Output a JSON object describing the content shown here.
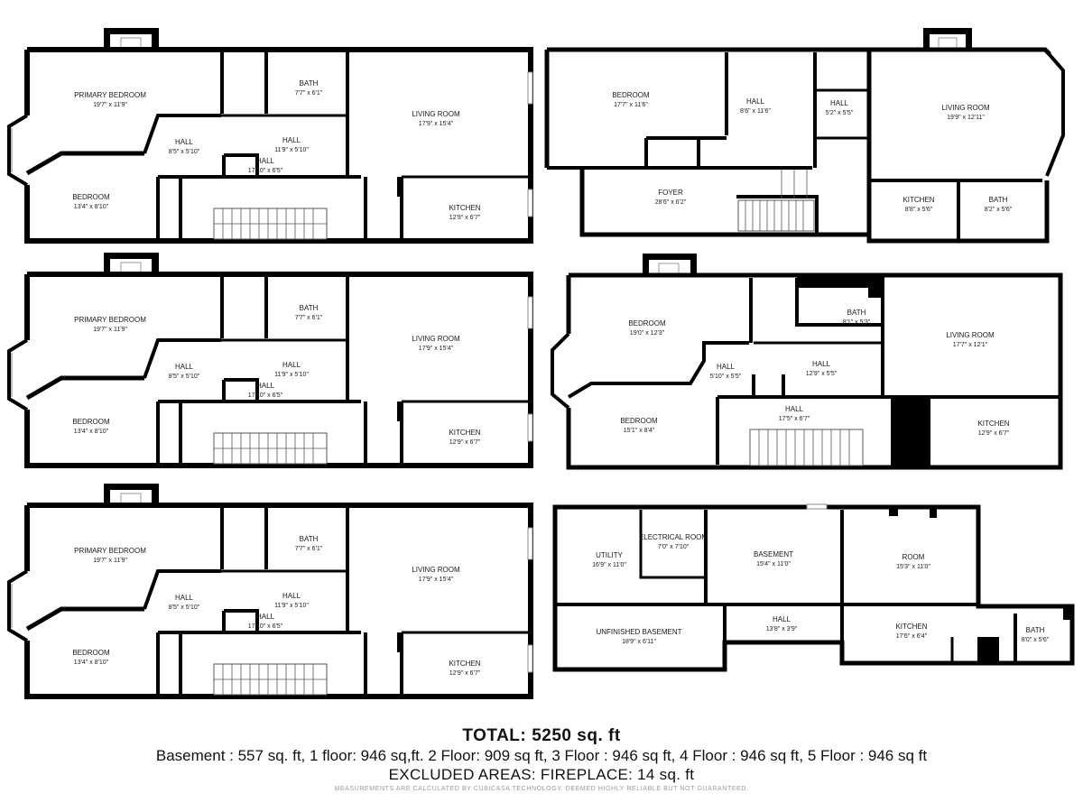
{
  "floors": [
    {
      "name": "floor-top-left",
      "rooms": [
        {
          "name": "PRIMARY BEDROOM",
          "dim": "19'7\" x 11'9\""
        },
        {
          "name": "BEDROOM",
          "dim": "13'4\" x 8'10\""
        },
        {
          "name": "HALL",
          "dim": "8'5\" x 5'10\""
        },
        {
          "name": "BATH",
          "dim": "7'7\" x 6'1\""
        },
        {
          "name": "HALL",
          "dim": "11'9\" x 5'10\""
        },
        {
          "name": "HALL",
          "dim": "17'10\" x 6'5\""
        },
        {
          "name": "LIVING ROOM",
          "dim": "17'9\" x 15'4\""
        },
        {
          "name": "KITCHEN",
          "dim": "12'9\" x 6'7\""
        }
      ]
    },
    {
      "name": "floor-top-right",
      "rooms": [
        {
          "name": "BEDROOM",
          "dim": "17'7\" x 11'6\""
        },
        {
          "name": "HALL",
          "dim": "8'6\" x 11'6\""
        },
        {
          "name": "HALL",
          "dim": "5'2\" x 5'5\""
        },
        {
          "name": "LIVING ROOM",
          "dim": "19'9\" x 12'11\""
        },
        {
          "name": "FOYER",
          "dim": "28'6\" x 6'2\""
        },
        {
          "name": "KITCHEN",
          "dim": "8'8\" x 5'6\""
        },
        {
          "name": "BATH",
          "dim": "8'2\" x 5'6\""
        }
      ]
    },
    {
      "name": "floor-middle-left",
      "rooms": [
        {
          "name": "PRIMARY BEDROOM",
          "dim": "19'7\" x 11'9\""
        },
        {
          "name": "BEDROOM",
          "dim": "13'4\" x 8'10\""
        },
        {
          "name": "HALL",
          "dim": "8'5\" x 5'10\""
        },
        {
          "name": "BATH",
          "dim": "7'7\" x 6'1\""
        },
        {
          "name": "HALL",
          "dim": "11'9\" x 5'10\""
        },
        {
          "name": "HALL",
          "dim": "17'10\" x 6'5\""
        },
        {
          "name": "LIVING ROOM",
          "dim": "17'9\" x 15'4\""
        },
        {
          "name": "KITCHEN",
          "dim": "12'9\" x 6'7\""
        }
      ]
    },
    {
      "name": "floor-middle-right",
      "rooms": [
        {
          "name": "BEDROOM",
          "dim": "19'0\" x 12'3\""
        },
        {
          "name": "BATH",
          "dim": "8'1\" x 5'3\""
        },
        {
          "name": "LIVING ROOM",
          "dim": "17'7\" x 12'1\""
        },
        {
          "name": "HALL",
          "dim": "5'10\" x 5'5\""
        },
        {
          "name": "HALL",
          "dim": "12'9\" x 5'5\""
        },
        {
          "name": "BEDROOM",
          "dim": "15'1\" x 8'4\""
        },
        {
          "name": "HALL",
          "dim": "17'5\" x 6'7\""
        },
        {
          "name": "KITCHEN",
          "dim": "12'9\" x 6'7\""
        }
      ]
    },
    {
      "name": "floor-bottom-left",
      "rooms": [
        {
          "name": "PRIMARY BEDROOM",
          "dim": "19'7\" x 11'9\""
        },
        {
          "name": "BEDROOM",
          "dim": "13'4\" x 8'10\""
        },
        {
          "name": "HALL",
          "dim": "8'5\" x 5'10\""
        },
        {
          "name": "BATH",
          "dim": "7'7\" x 6'1\""
        },
        {
          "name": "HALL",
          "dim": "11'9\" x 5'10\""
        },
        {
          "name": "HALL",
          "dim": "17'10\" x 6'5\""
        },
        {
          "name": "LIVING ROOM",
          "dim": "17'9\" x 15'4\""
        },
        {
          "name": "KITCHEN",
          "dim": "12'9\" x 6'7\""
        }
      ]
    },
    {
      "name": "floor-basement",
      "rooms": [
        {
          "name": "UTILITY",
          "dim": "16'9\" x 11'0\""
        },
        {
          "name": "ELECTRICAL ROOM",
          "dim": "7'0\" x 7'10\""
        },
        {
          "name": "BASEMENT",
          "dim": "15'4\" x 11'0\""
        },
        {
          "name": "ROOM",
          "dim": "15'3\" x 11'0\""
        },
        {
          "name": "UNFINISHED BASEMENT",
          "dim": "18'9\" x 6'11\""
        },
        {
          "name": "HALL",
          "dim": "13'8\" x 3'9\""
        },
        {
          "name": "KITCHEN",
          "dim": "17'6\" x 6'4\""
        },
        {
          "name": "BATH",
          "dim": "8'0\" x 5'6\""
        }
      ]
    }
  ],
  "summary": {
    "total_label": "TOTAL:",
    "total_value": "5250 sq. ft",
    "breakdown": "Basement : 557 sq. ft, 1 floor: 946 sq,ft. 2 Floor: 909 sq ft, 3 Floor : 946 sq ft, 4 Floor : 946 sq ft, 5 Floor : 946 sq ft",
    "excluded": "EXCLUDED AREAS: FIREPLACE: 14 sq. ft",
    "disclaimer": "MEASUREMENTS ARE CALCULATED BY CUBICASA TECHNOLOGY. DEEMED HIGHLY RELIABLE BUT NOT GUARANTEED."
  }
}
